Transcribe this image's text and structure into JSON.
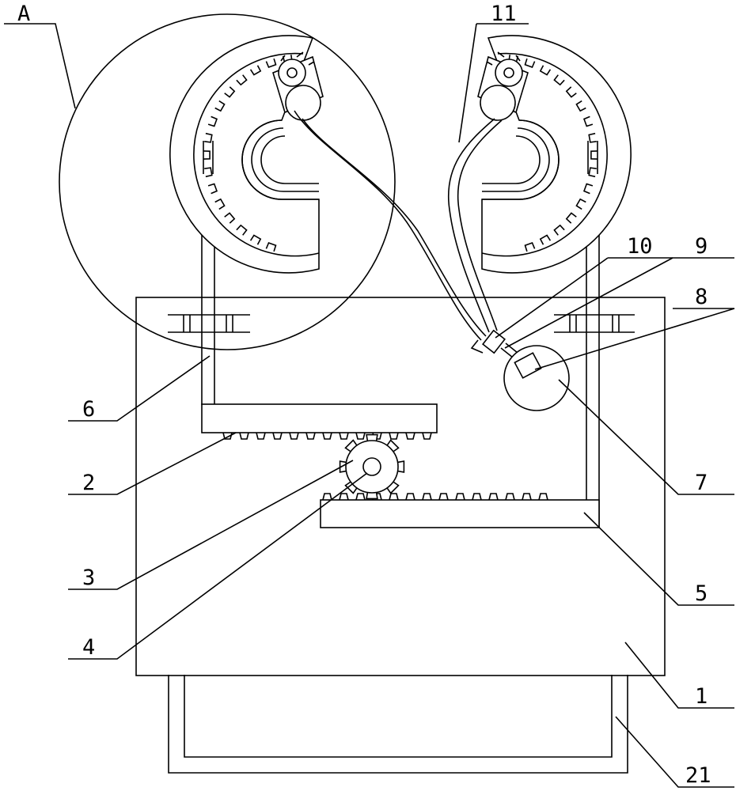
{
  "diagram": {
    "labels": {
      "A": "A",
      "l1": "1",
      "l2": "2",
      "l3": "3",
      "l4": "4",
      "l5": "5",
      "l6": "6",
      "l7": "7",
      "l8": "8",
      "l9": "9",
      "l10": "10",
      "l11": "11",
      "l21": "21"
    }
  }
}
